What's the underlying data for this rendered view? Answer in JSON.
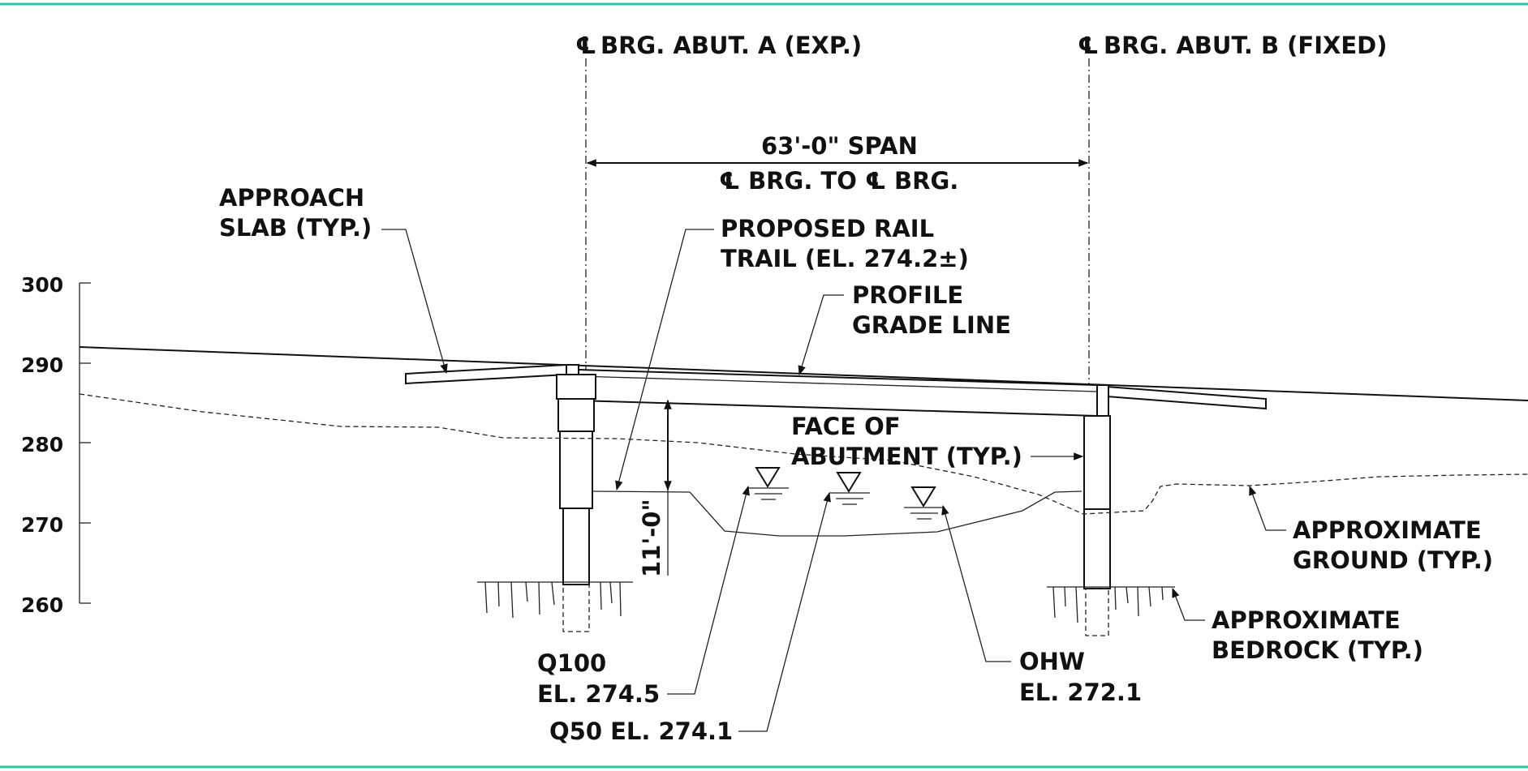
{
  "frame": {
    "border_color": "#2ec4a0",
    "line_color": "#111111"
  },
  "elevation_axis": {
    "ticks": [
      "300",
      "290",
      "280",
      "270",
      "260"
    ]
  },
  "centerlines": {
    "abut_a": {
      "symbol": "℄",
      "label": "BRG. ABUT. A (EXP.)"
    },
    "abut_b": {
      "symbol": "℄",
      "label": "BRG. ABUT. B (FIXED)"
    }
  },
  "span": {
    "line1": "63'-0\" SPAN",
    "line2_sym1": "℄",
    "line2_mid": " BRG. TO ",
    "line2_sym2": "℄",
    "line2_end": " BRG."
  },
  "clearance": {
    "label": "11'-0\""
  },
  "callouts": {
    "approach_slab": {
      "line1": "APPROACH",
      "line2": "SLAB (TYP.)"
    },
    "rail_trail": {
      "line1": "PROPOSED RAIL",
      "line2": "TRAIL (EL. 274.2±)"
    },
    "profile_grade": {
      "line1": "PROFILE",
      "line2": "GRADE LINE"
    },
    "face_abutment": {
      "line1": "FACE OF",
      "line2": "ABUTMENT (TYP.)"
    },
    "approx_ground": {
      "line1": "APPROXIMATE",
      "line2": "GROUND (TYP.)"
    },
    "approx_bedrock": {
      "line1": "APPROXIMATE",
      "line2": "BEDROCK (TYP.)"
    },
    "q100": {
      "line1": "Q100",
      "line2": "EL. 274.5"
    },
    "q50": {
      "line1": "Q50 EL. 274.1"
    },
    "ohw": {
      "line1": "OHW",
      "line2": "EL. 272.1"
    }
  }
}
